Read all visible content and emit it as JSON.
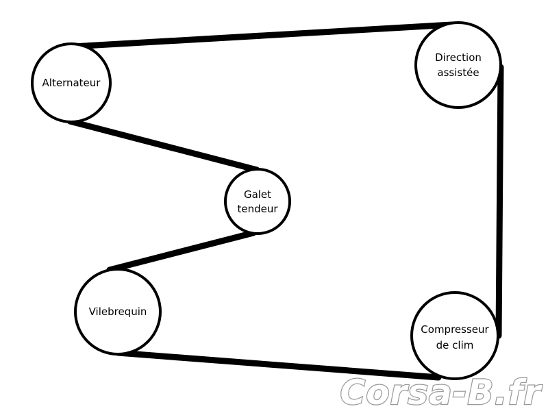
{
  "diagram": {
    "pulleys": [
      {
        "id": "alternateur",
        "lines": [
          "Alternateur"
        ]
      },
      {
        "id": "direction",
        "lines": [
          "Direction",
          "assistée"
        ]
      },
      {
        "id": "galet",
        "lines": [
          "Galet",
          "tendeur"
        ]
      },
      {
        "id": "vilebrequin",
        "lines": [
          "Vilebrequin"
        ]
      },
      {
        "id": "compresseur",
        "lines": [
          "Compresseur",
          "de clim"
        ]
      }
    ],
    "belt_route": [
      "alternateur",
      "direction",
      "compresseur",
      "vilebrequin",
      "galet",
      "alternateur"
    ]
  },
  "watermark": {
    "text": "Corsa-B.fr"
  },
  "colors": {
    "belt": "#000000",
    "pulley_stroke": "#000000",
    "watermark_outline": "#9a9a9a"
  }
}
